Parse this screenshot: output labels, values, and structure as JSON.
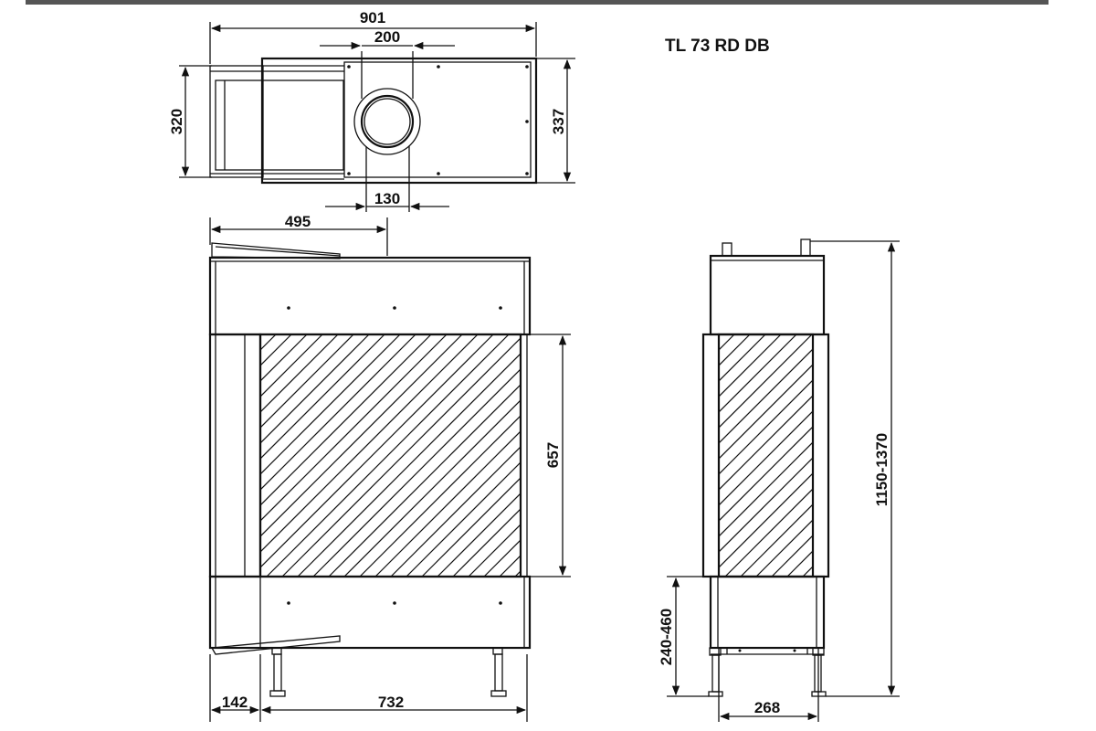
{
  "model_title": "TL 73 RD DB",
  "dimensions": {
    "top_width": "901",
    "flue_diameter": "200",
    "top_depth_left": "320",
    "top_depth_right": "337",
    "flue_offset": "130",
    "front_flue_position": "495",
    "glass_height": "657",
    "left_offset": "142",
    "front_width": "732",
    "total_height": "1150-1370",
    "leg_height": "240-460",
    "side_depth": "268"
  }
}
